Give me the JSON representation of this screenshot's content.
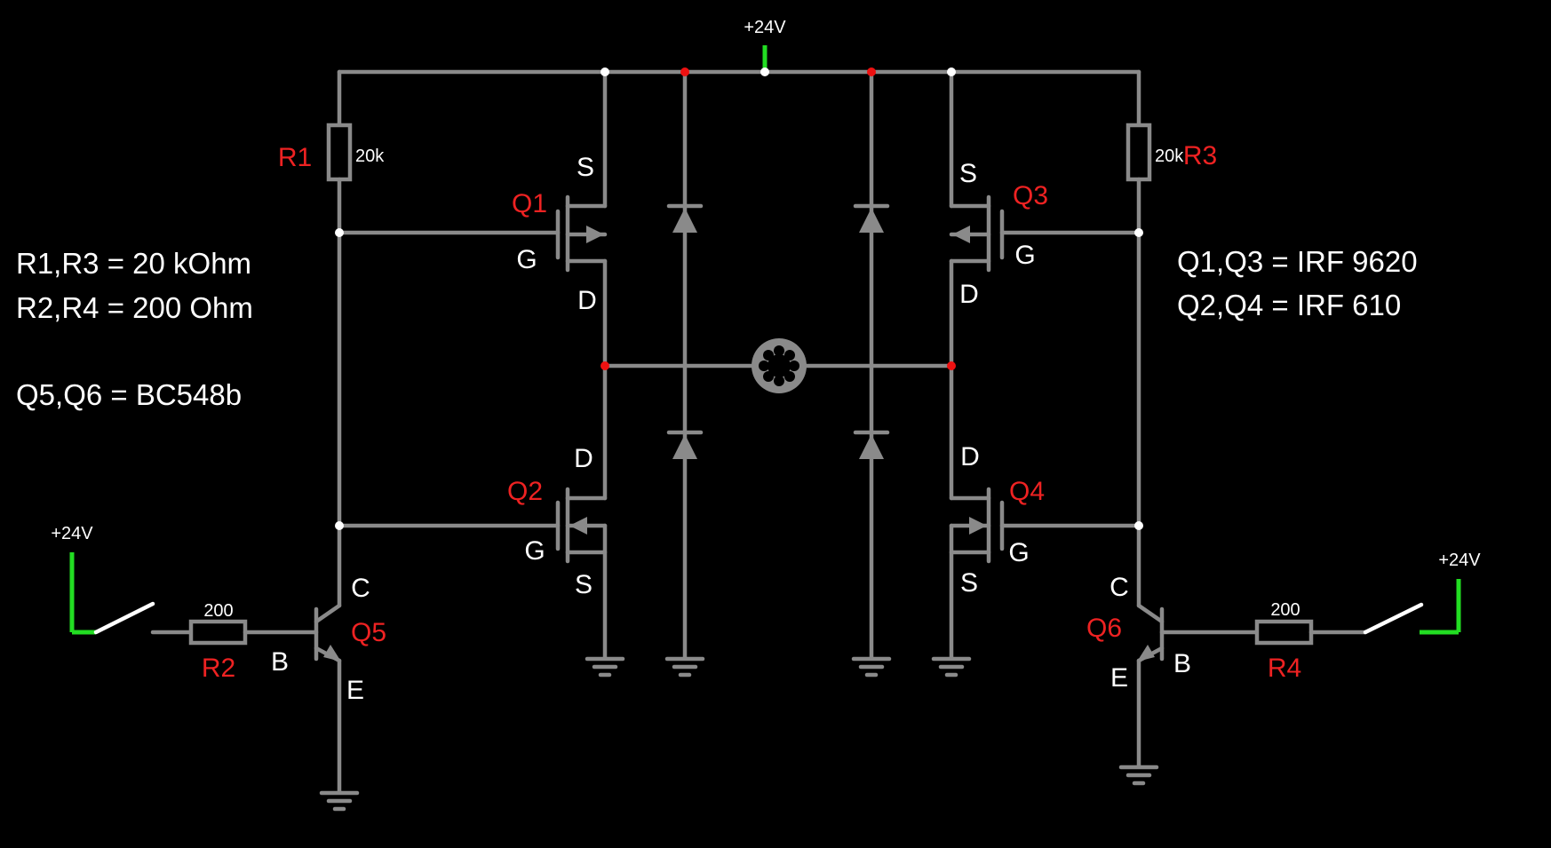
{
  "supply": {
    "top": "+24V",
    "left": "+24V",
    "right": "+24V"
  },
  "resistors": {
    "r1": {
      "name": "R1",
      "value": "20k"
    },
    "r3": {
      "name": "R3",
      "value": "20k"
    },
    "r2": {
      "name": "R2",
      "value": "200"
    },
    "r4": {
      "name": "R4",
      "value": "200"
    }
  },
  "mosfets": {
    "q1": {
      "name": "Q1",
      "s": "S",
      "g": "G",
      "d": "D"
    },
    "q2": {
      "name": "Q2",
      "s": "S",
      "g": "G",
      "d": "D"
    },
    "q3": {
      "name": "Q3",
      "s": "S",
      "g": "G",
      "d": "D"
    },
    "q4": {
      "name": "Q4",
      "s": "S",
      "g": "G",
      "d": "D"
    }
  },
  "bjts": {
    "q5": {
      "name": "Q5",
      "c": "C",
      "b": "B",
      "e": "E"
    },
    "q6": {
      "name": "Q6",
      "c": "C",
      "b": "B",
      "e": "E"
    }
  },
  "notes": {
    "left": [
      "R1,R3 = 20 kOhm",
      "R2,R4 = 200 Ohm",
      "Q5,Q6 = BC548b"
    ],
    "right": [
      "Q1,Q3 = IRF 9620",
      "Q2,Q4 = IRF 610"
    ]
  },
  "colors": {
    "background": "#000000",
    "wire": "#8a8a8a",
    "node_white": "#ffffff",
    "node_red": "#ee1111",
    "label_red": "#ee2222",
    "supply_green": "#22dd22"
  }
}
